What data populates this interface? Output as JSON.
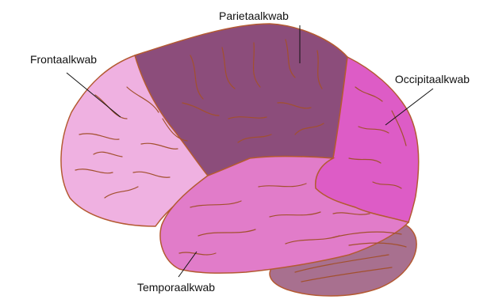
{
  "labels": {
    "parietal": "Parietaalkwab",
    "frontal": "Frontaalkwab",
    "occipital": "Occipitaalkwab",
    "temporal": "Temporaalkwab"
  },
  "colors": {
    "frontal": "#efb1e1",
    "parietal": "#8c4d7b",
    "occipital": "#dd5cc6",
    "temporal": "#e17cc9",
    "cerebellum": "#a8708f",
    "sulci": "#a2502e",
    "outline": "#b45a32"
  }
}
